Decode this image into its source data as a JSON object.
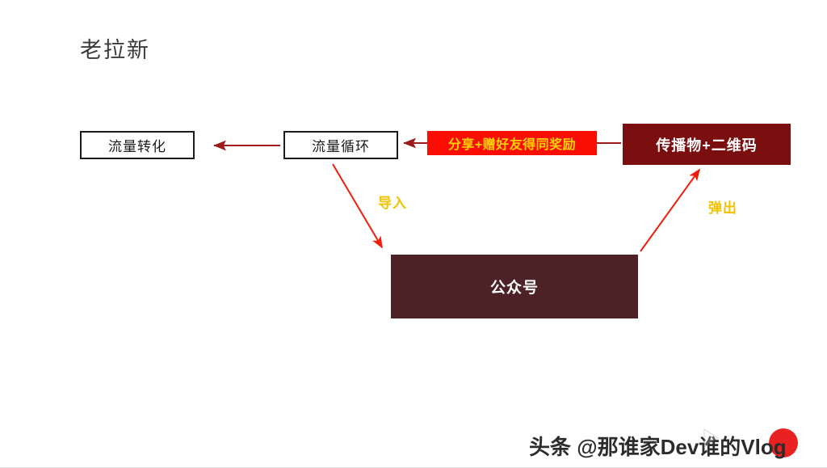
{
  "slide": {
    "title": "老拉新",
    "background_color": "#ffffff"
  },
  "nodes": {
    "conversion": {
      "label": "流量转化",
      "style": "outlined",
      "border_color": "#1a1a1a",
      "text_color": "#1a1a1a"
    },
    "cycle": {
      "label": "流量循环",
      "style": "outlined",
      "border_color": "#1a1a1a",
      "text_color": "#1a1a1a"
    },
    "share_reward": {
      "label": "分享+赠好友得同奖励",
      "style": "highlight",
      "fill_color": "#fa0d02",
      "text_color": "#ffd300"
    },
    "material_qr": {
      "label": "传播物+二维码",
      "style": "filled",
      "fill_color": "#7b0e0e",
      "text_color": "#ffffff"
    },
    "official_account": {
      "label": "公众号",
      "style": "filled",
      "fill_color": "#4d2227",
      "text_color": "#ffffff"
    }
  },
  "edges": {
    "cycle_to_conversion": {
      "label": "",
      "color": "#9e1b1b",
      "direction": "left"
    },
    "material_to_cycle": {
      "label": "",
      "color": "#9e1b1b",
      "direction": "left"
    },
    "cycle_to_official": {
      "label": "导入",
      "color": "#f01c0c",
      "label_color": "#f2c200",
      "direction": "down-right"
    },
    "official_to_material": {
      "label": "弹出",
      "color": "#f01c0c",
      "label_color": "#f2c200",
      "direction": "up-right"
    }
  },
  "watermark": {
    "text": "头条 @那谁家Dev谁的Vlog",
    "logo_color": "#e8100f",
    "play_icon": "play-icon"
  }
}
